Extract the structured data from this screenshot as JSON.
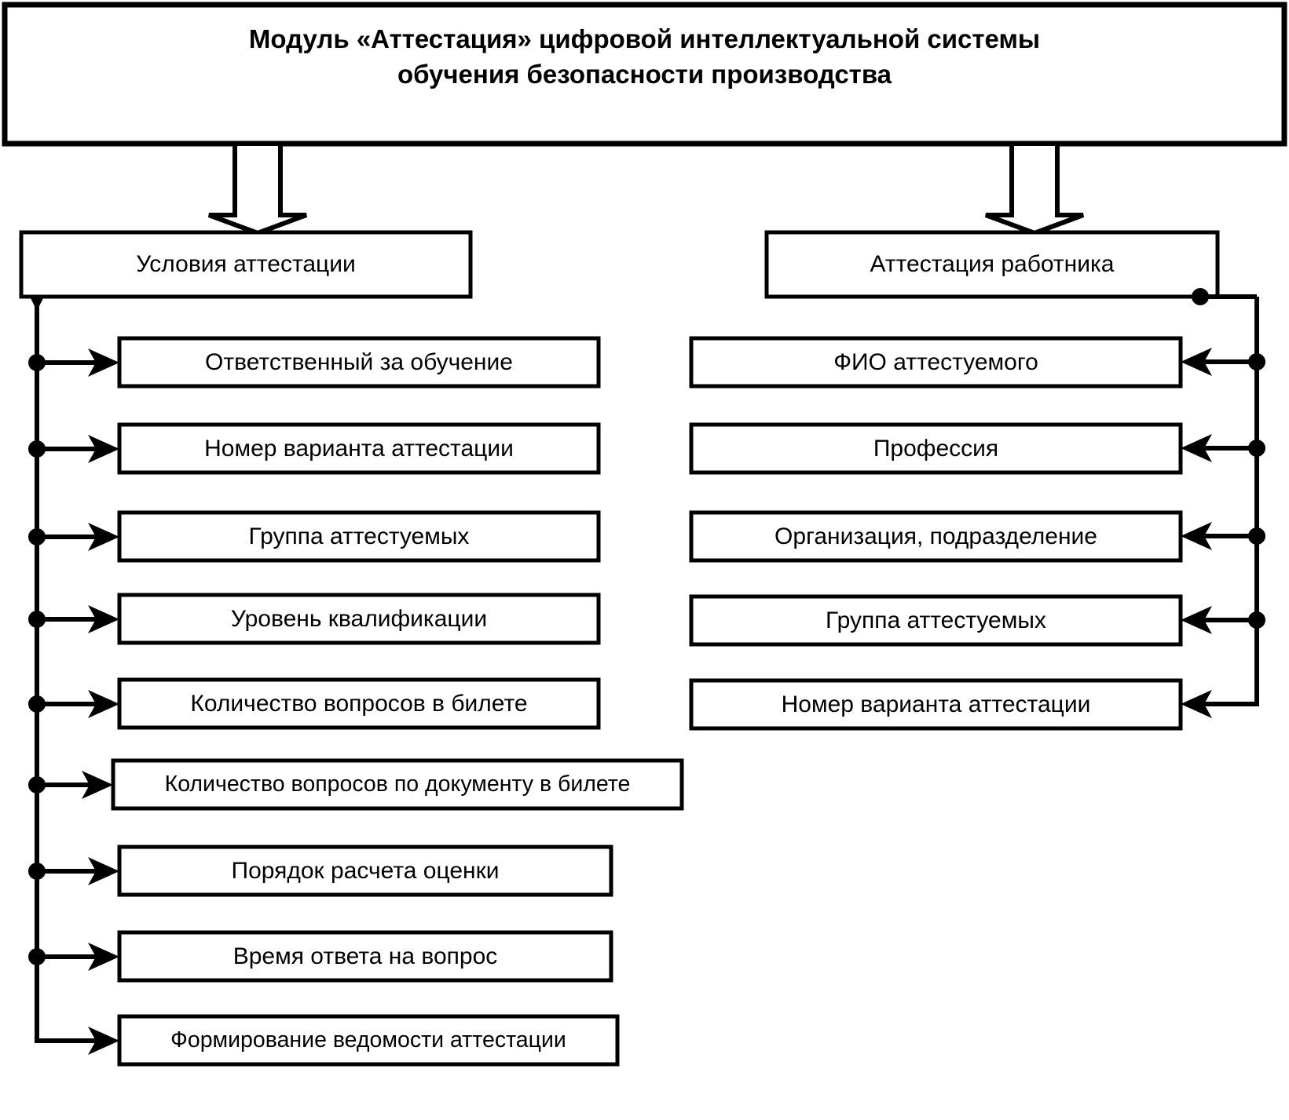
{
  "diagram": {
    "type": "block-diagram",
    "language": "ru",
    "title_box": {
      "text": "Модуль  «Аттестация» цифровой интеллектуальной системы обучения безопасности производства",
      "line1": "Модуль  «Аттестация» цифровой интеллектуальной системы",
      "line2": "обучения безопасности производства"
    },
    "branches": [
      {
        "id": "left",
        "header": "Условия аттестации",
        "items": [
          "Ответственный за обучение",
          "Номер варианта аттестации",
          "Группа аттестуемых",
          "Уровень квалификации",
          "Количество вопросов в билете",
          "Количество вопросов по документу в билете",
          "Порядок расчета оценки",
          "Время ответа на вопрос",
          "Формирование ведомости аттестации"
        ]
      },
      {
        "id": "right",
        "header": "Аттестация работника",
        "items": [
          "ФИО аттестуемого",
          "Профессия",
          "Организация, подразделение",
          "Группа аттестуемых",
          "Номер варианта аттестации"
        ]
      }
    ],
    "colors": {
      "stroke": "#000000",
      "fill": "#ffffff",
      "text": "#000000"
    }
  }
}
